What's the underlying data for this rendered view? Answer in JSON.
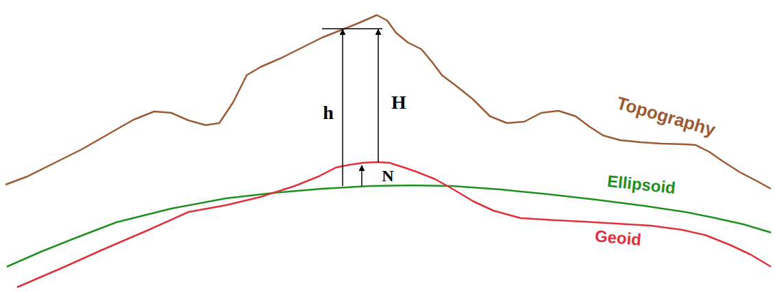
{
  "diagram": {
    "labels": [
      "h",
      "H",
      "N",
      "Topography",
      "Ellipsoid",
      "Geoid"
    ]
  }
}
